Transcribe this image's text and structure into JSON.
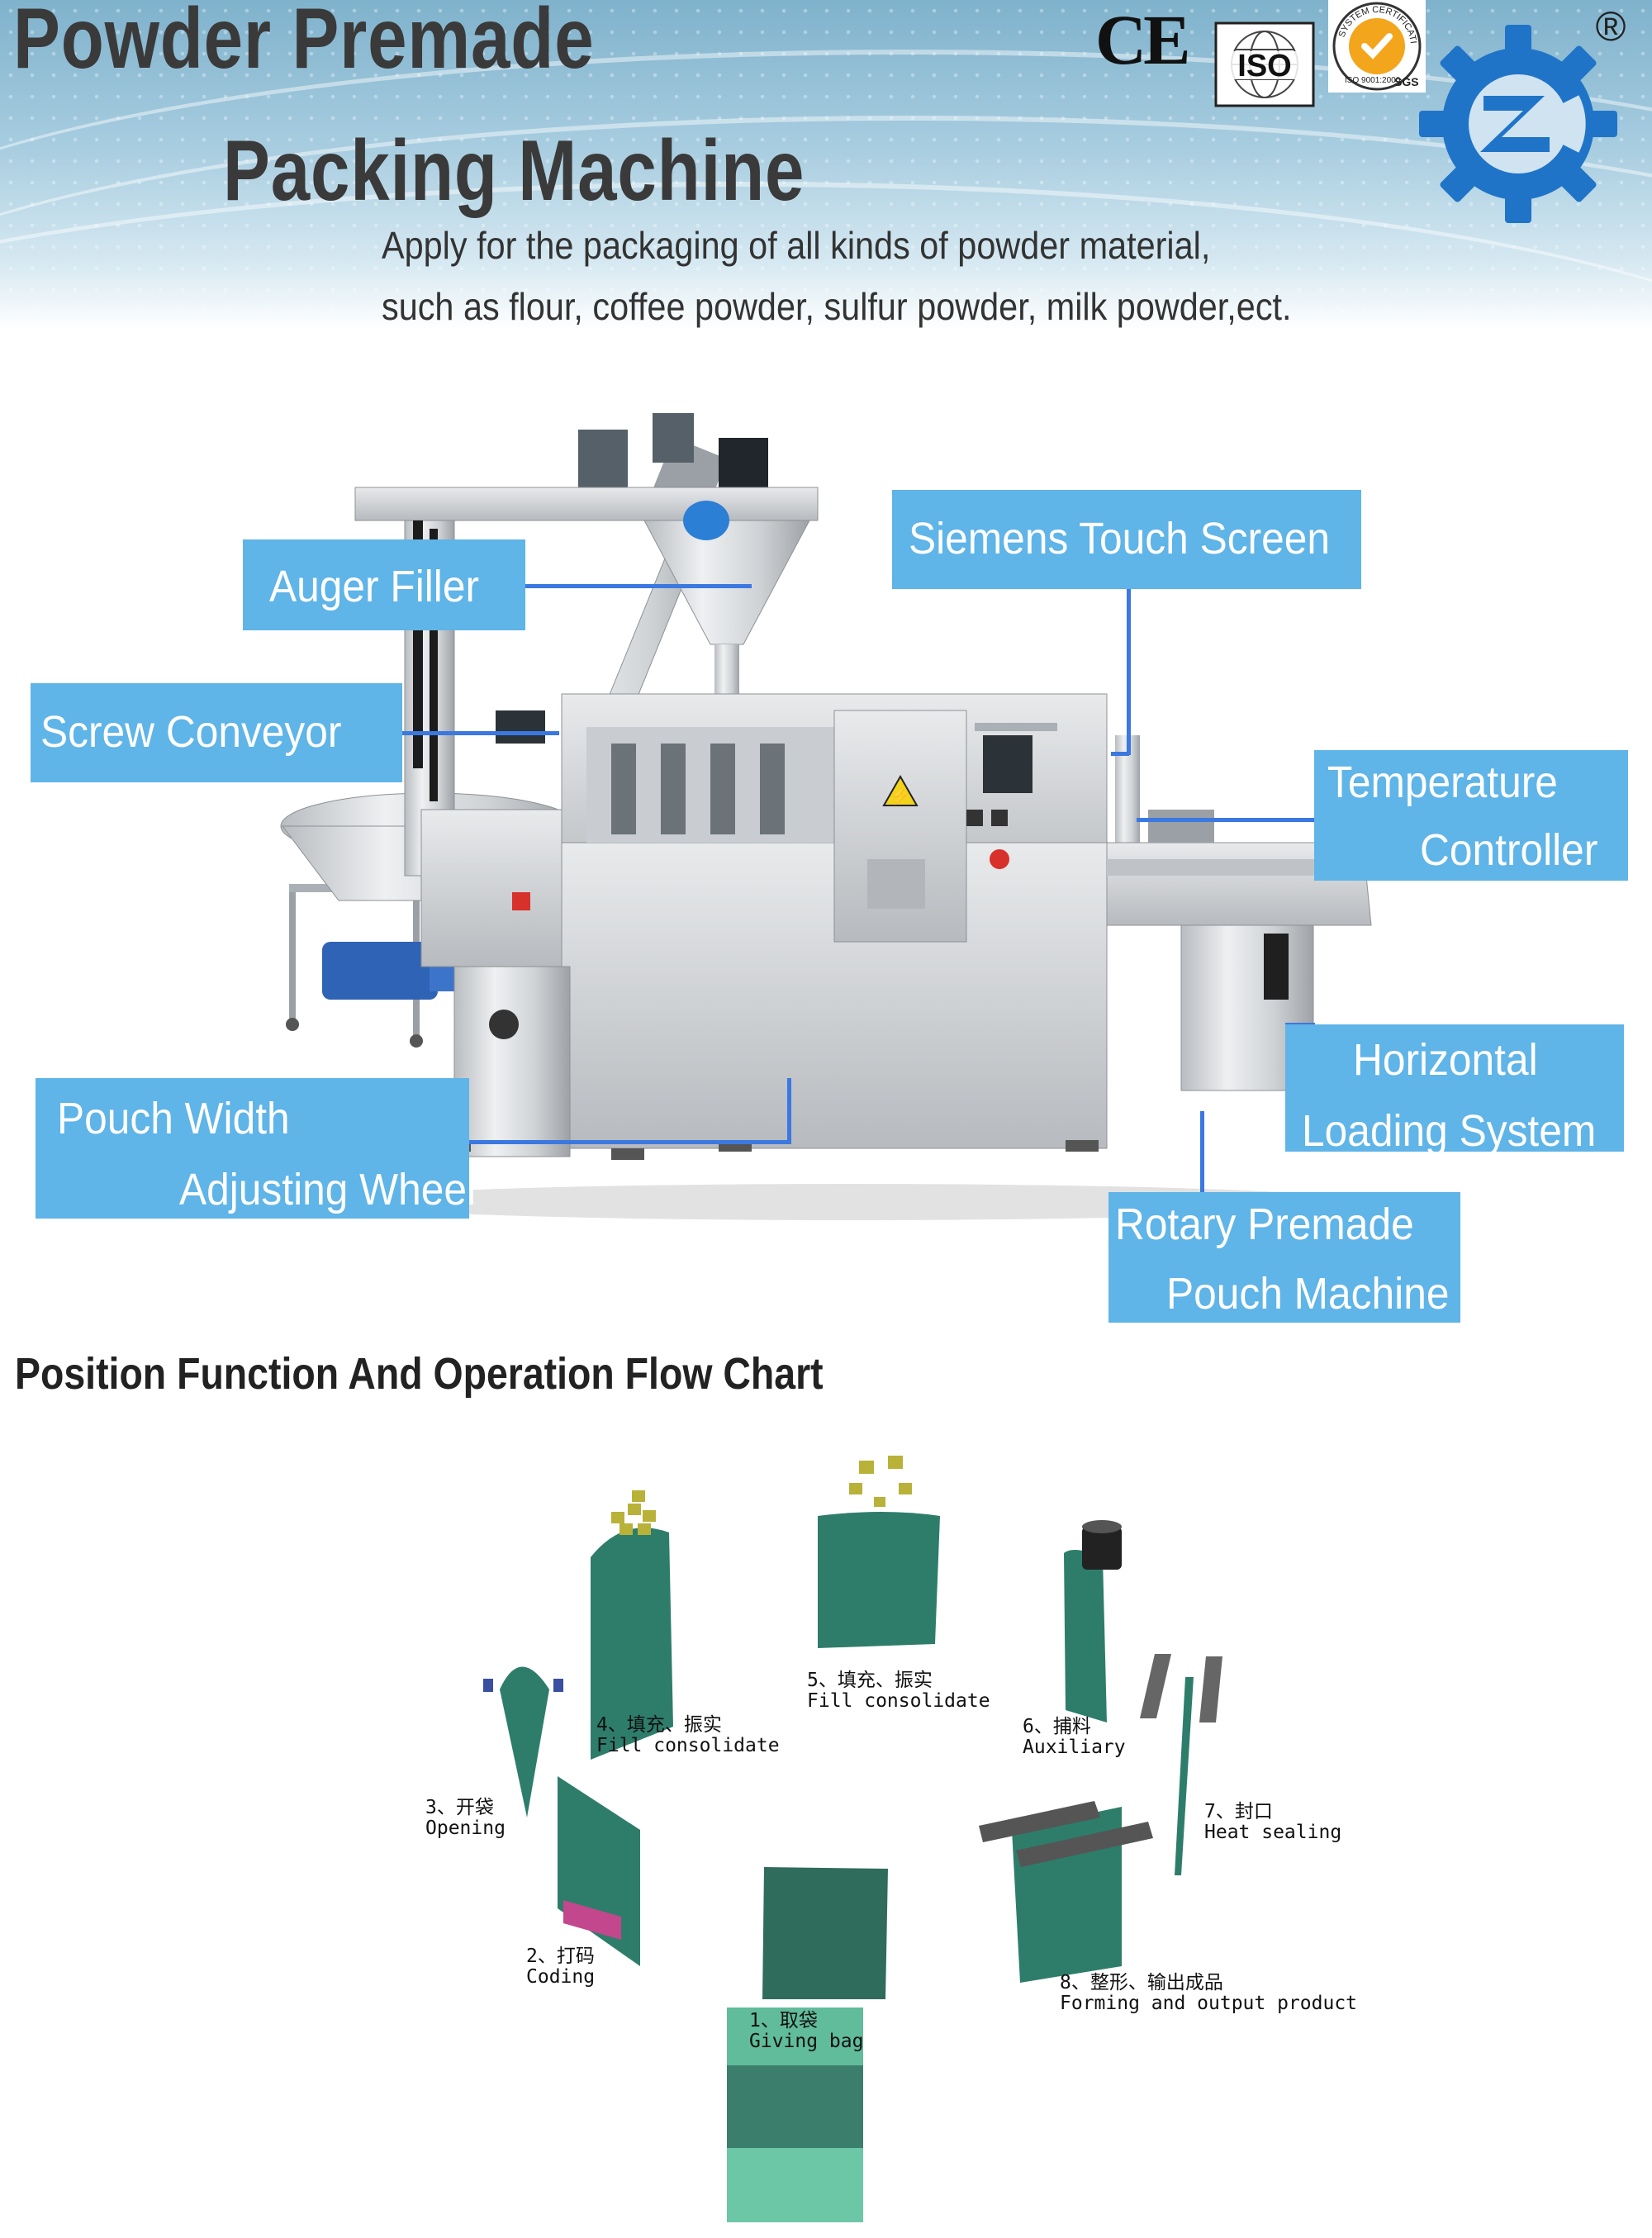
{
  "header": {
    "title_line1": "Powder Premade",
    "title_line2": "Packing Machine",
    "subtitle_line1": "Apply for the  packaging of all kinds of powder material,",
    "subtitle_line2": "such as flour, coffee powder, sulfur powder, milk powder,ect.",
    "logos": {
      "ce": "CE",
      "iso": "ISO",
      "sgs": "SGS",
      "sgs_ring": "SYSTEM CERTIFICATION",
      "sgs_iso": "ISO 9001:2000",
      "registered": "®"
    },
    "colors": {
      "brand_blue": "#1f74c8",
      "title_gray": "#3a3a3a"
    }
  },
  "labels": {
    "auger_filler": "Auger Filler",
    "screw_conveyor": "Screw Conveyor",
    "pouch_width_1": "Pouch Width",
    "pouch_width_2": "Adjusting Wheel",
    "siemens_touch_screen": "Siemens Touch Screen",
    "temperature_1": "Temperature",
    "temperature_2": "Controller",
    "horizontal_1": "Horizontal",
    "horizontal_2": "Loading System",
    "rotary_1": "Rotary Premade",
    "rotary_2": "Pouch Machine",
    "colors": {
      "label_bg": "#5fb4e8",
      "leader_line": "#3b78e0"
    }
  },
  "machine": {
    "warning_sign": "⚡"
  },
  "flow_chart": {
    "title": "Position Function And Operation Flow Chart",
    "steps": [
      {
        "cn": "1、取袋",
        "en": "Giving bag"
      },
      {
        "cn": "2、打码",
        "en": "Coding"
      },
      {
        "cn": "3、开袋",
        "en": "Opening"
      },
      {
        "cn": "4、填充、振实",
        "en": "Fill consolidate"
      },
      {
        "cn": "5、填充、振实",
        "en": "Fill consolidate"
      },
      {
        "cn": "6、捕料",
        "en": "Auxiliary"
      },
      {
        "cn": "7、封口",
        "en": "Heat sealing"
      },
      {
        "cn": "8、整形、输出成品",
        "en": "Forming and output product"
      }
    ],
    "colors": {
      "bag_green": "#2e7d6b",
      "bag_light": "#5fbf9c",
      "powder": "#b8b238"
    }
  }
}
